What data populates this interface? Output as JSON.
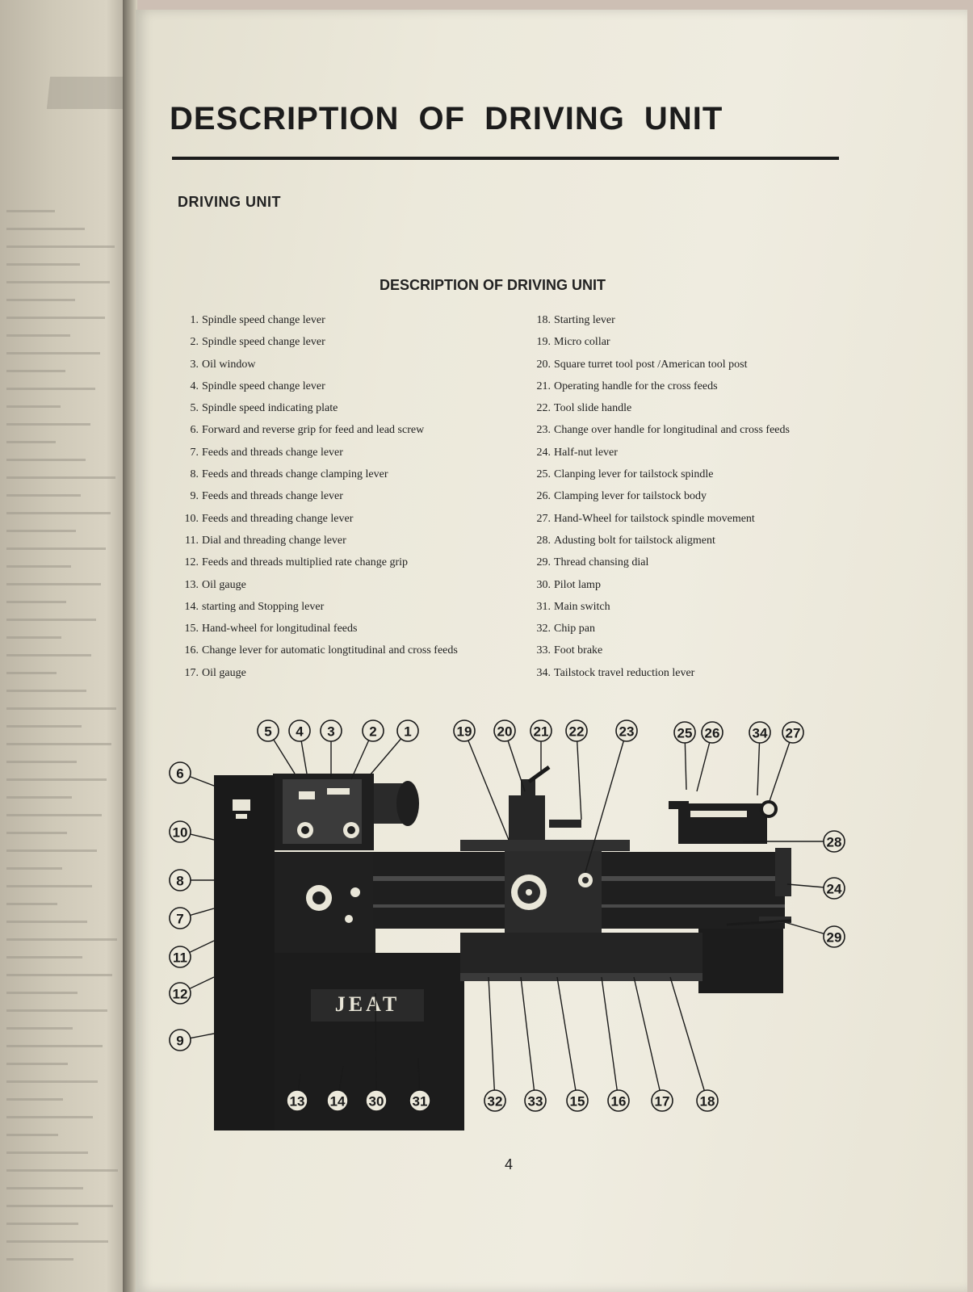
{
  "title": "DESCRIPTION OF DRIVING UNIT",
  "section_heading": "DRIVING UNIT",
  "list_heading": "DESCRIPTION OF DRIVING UNIT",
  "parts_left": [
    {
      "num": "1.",
      "label": "Spindle speed change lever"
    },
    {
      "num": "2.",
      "label": "Spindle speed change lever"
    },
    {
      "num": "3.",
      "label": "Oil window"
    },
    {
      "num": "4.",
      "label": "Spindle speed change lever"
    },
    {
      "num": "5.",
      "label": "Spindle speed indicating plate"
    },
    {
      "num": "6.",
      "label": "Forward and reverse grip for feed and lead screw"
    },
    {
      "num": "7.",
      "label": "Feeds and threads change lever"
    },
    {
      "num": "8.",
      "label": "Feeds and threads change clamping lever"
    },
    {
      "num": "9.",
      "label": "Feeds and threads change lever"
    },
    {
      "num": "10.",
      "label": "Feeds and threading change lever"
    },
    {
      "num": "11.",
      "label": "Dial and threading change lever"
    },
    {
      "num": "12.",
      "label": "Feeds and threads multiplied rate change grip"
    },
    {
      "num": "13.",
      "label": "Oil gauge"
    },
    {
      "num": "14.",
      "label": "starting and Stopping lever"
    },
    {
      "num": "15.",
      "label": "Hand-wheel for longitudinal feeds"
    },
    {
      "num": "16.",
      "label": "Change lever for automatic longtitudinal and cross feeds"
    },
    {
      "num": "17.",
      "label": "Oil gauge"
    }
  ],
  "parts_right": [
    {
      "num": "18.",
      "label": "Starting lever"
    },
    {
      "num": "19.",
      "label": "Micro collar"
    },
    {
      "num": "20.",
      "label": "Square turret tool post /American tool post"
    },
    {
      "num": "21.",
      "label": "Operating handle for the cross feeds"
    },
    {
      "num": "22.",
      "label": "Tool slide handle"
    },
    {
      "num": "23.",
      "label": "Change over handle for longitudinal and cross feeds"
    },
    {
      "num": "24.",
      "label": "Half-nut lever"
    },
    {
      "num": "25.",
      "label": "Clanping lever for tailstock spindle"
    },
    {
      "num": "26.",
      "label": "Clamping lever for tailstock body"
    },
    {
      "num": "27.",
      "label": "Hand-Wheel for tailstock spindle movement"
    },
    {
      "num": "28.",
      "label": "Adusting bolt for tailstock aligment"
    },
    {
      "num": "29.",
      "label": "Thread chansing dial"
    },
    {
      "num": "30.",
      "label": "Pilot lamp"
    },
    {
      "num": "31.",
      "label": "Main switch"
    },
    {
      "num": "32.",
      "label": "Chip pan"
    },
    {
      "num": "33.",
      "label": "Foot brake"
    },
    {
      "num": "34.",
      "label": "Tailstock travel reduction lever"
    }
  ],
  "diagram": {
    "brand_plate": "JEAT",
    "callouts": [
      "5",
      "4",
      "3",
      "2",
      "1",
      "19",
      "20",
      "21",
      "22",
      "23",
      "25",
      "26",
      "34",
      "27",
      "6",
      "10",
      "8",
      "7",
      "11",
      "12",
      "9",
      "28",
      "24",
      "29",
      "13",
      "14",
      "30",
      "31",
      "32",
      "33",
      "15",
      "16",
      "17",
      "18"
    ]
  },
  "page_number": "4",
  "colors": {
    "ink": "#1c1c1c",
    "paper": "#ece9db"
  }
}
